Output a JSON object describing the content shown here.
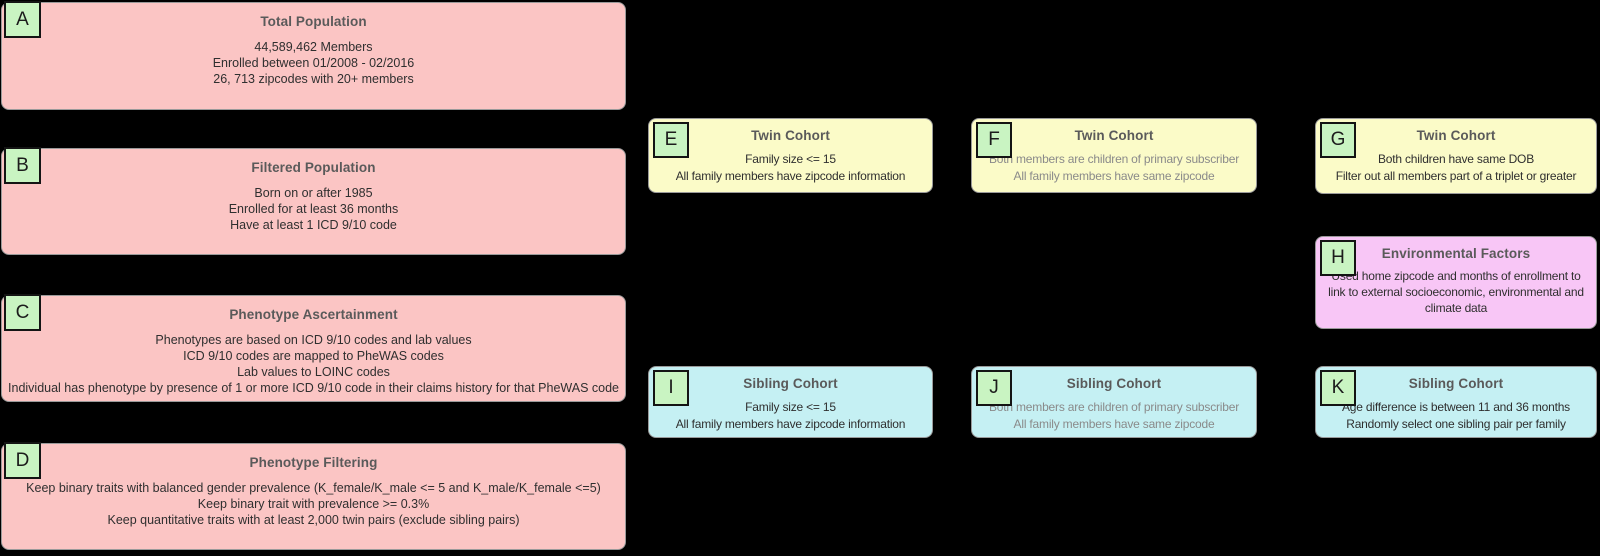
{
  "diagram": {
    "type": "flowchart",
    "background": "#000000",
    "description": "Cohort construction pipeline with lettered nodes A-K"
  },
  "colors": {
    "pink": "#fbc5c4",
    "yellow": "#fbfbc8",
    "cyan": "#c5f0f3",
    "magenta": "#f8c6f6",
    "badge_green": "#c9f4c2",
    "box_border": "#9a9a9a",
    "badge_border": "#141414",
    "title_text": "#5a5a5a",
    "body_text": "#2f2f2f",
    "muted_text": "#8a8a8a"
  },
  "boxes": [
    {
      "id": "A",
      "title": "Total Population",
      "color": "pink",
      "lines": [
        "44,589,462 Members",
        "Enrolled between 01/2008 - 02/2016",
        "26, 713 zipcodes with 20+ members"
      ]
    },
    {
      "id": "B",
      "title": "Filtered Population",
      "color": "pink",
      "lines": [
        "Born on or after 1985",
        "Enrolled for at least 36 months",
        "Have at least 1 ICD 9/10 code"
      ]
    },
    {
      "id": "C",
      "title": "Phenotype Ascertainment",
      "color": "pink",
      "lines": [
        "Phenotypes are based on ICD 9/10 codes and lab values",
        "ICD 9/10 codes are mapped to PheWAS codes",
        "Lab values to LOINC codes",
        "Individual has phenotype by presence of 1 or more ICD 9/10 code in their claims history for that PheWAS code"
      ]
    },
    {
      "id": "D",
      "title": "Phenotype Filtering",
      "color": "pink",
      "lines": [
        "Keep binary traits with balanced gender prevalence (K_female/K_male <= 5 and K_male/K_female <=5)",
        "Keep binary trait with prevalence >= 0.3%",
        "Keep quantitative traits with at least 2,000 twin pairs (exclude sibling pairs)"
      ]
    },
    {
      "id": "E",
      "title": "Twin Cohort",
      "color": "yellow",
      "lines": [
        "Family size <= 15",
        "All family members have zipcode information"
      ]
    },
    {
      "id": "F",
      "title": "Twin Cohort",
      "color": "yellow",
      "body_muted": true,
      "lines": [
        "Both members are children of primary subscriber",
        "All family members have same zipcode"
      ]
    },
    {
      "id": "G",
      "title": "Twin Cohort",
      "color": "yellow",
      "lines": [
        "Both children have same DOB",
        "Filter out all members part of a triplet or greater"
      ]
    },
    {
      "id": "H",
      "title": "Environmental Factors",
      "color": "magenta",
      "lines": [
        "Used home zipcode and months of enrollment to link to external socioeconomic, environmental and climate data"
      ]
    },
    {
      "id": "I",
      "title": "Sibling Cohort",
      "color": "cyan",
      "lines": [
        "Family size <= 15",
        "All family members have zipcode information"
      ]
    },
    {
      "id": "J",
      "title": "Sibling Cohort",
      "color": "cyan",
      "body_muted": true,
      "lines": [
        "Both members are children of primary subscriber",
        "All family members have same zipcode"
      ]
    },
    {
      "id": "K",
      "title": "Sibling Cohort",
      "color": "cyan",
      "lines": [
        "Age difference is between 11 and 36 months",
        "Randomly select one sibling pair per family"
      ]
    }
  ]
}
